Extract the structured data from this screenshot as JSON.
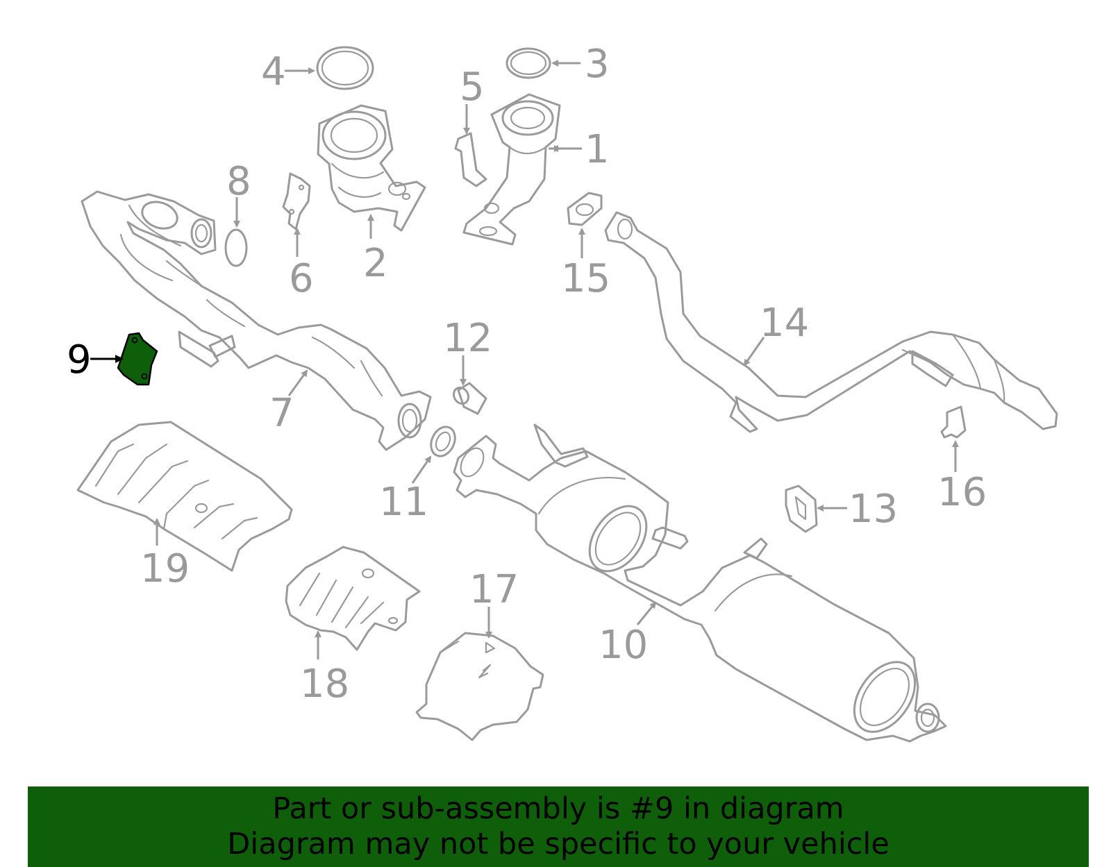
{
  "highlight_color": "#0f5e0a",
  "line_color": "#9a9a9a",
  "callouts": [
    {
      "id": "1",
      "label": "1"
    },
    {
      "id": "2",
      "label": "2"
    },
    {
      "id": "3",
      "label": "3"
    },
    {
      "id": "4",
      "label": "4"
    },
    {
      "id": "5",
      "label": "5"
    },
    {
      "id": "6",
      "label": "6"
    },
    {
      "id": "7",
      "label": "7"
    },
    {
      "id": "8",
      "label": "8"
    },
    {
      "id": "9",
      "label": "9"
    },
    {
      "id": "10",
      "label": "10"
    },
    {
      "id": "11",
      "label": "11"
    },
    {
      "id": "12",
      "label": "12"
    },
    {
      "id": "13",
      "label": "13"
    },
    {
      "id": "14",
      "label": "14"
    },
    {
      "id": "15",
      "label": "15"
    },
    {
      "id": "16",
      "label": "16"
    },
    {
      "id": "17",
      "label": "17"
    },
    {
      "id": "18",
      "label": "18"
    },
    {
      "id": "19",
      "label": "19"
    }
  ],
  "highlighted_part": "9",
  "banner": {
    "line1": "Part or sub-assembly is #9 in diagram",
    "line2": "Diagram may not be specific to your vehicle"
  }
}
